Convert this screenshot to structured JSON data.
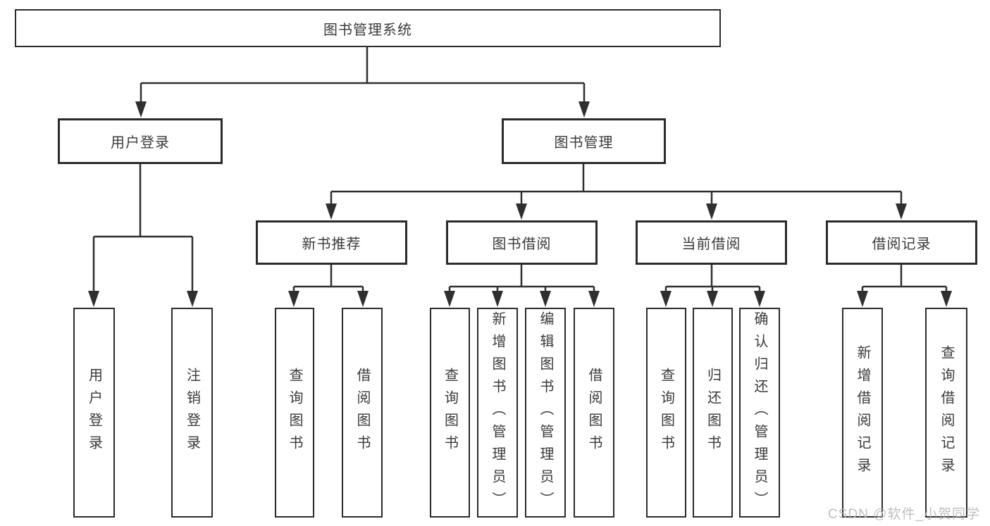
{
  "diagram": {
    "title": "图书管理系统",
    "root": {
      "label": "图书管理系统"
    },
    "level2": [
      {
        "id": "user-login",
        "label": "用户登录"
      },
      {
        "id": "book-management",
        "label": "图书管理"
      }
    ],
    "level3": [
      {
        "id": "new-book-recommend",
        "parent": "book-management",
        "label": "新书推荐"
      },
      {
        "id": "book-borrow",
        "parent": "book-management",
        "label": "图书借阅"
      },
      {
        "id": "current-borrow",
        "parent": "book-management",
        "label": "当前借阅"
      },
      {
        "id": "borrow-records",
        "parent": "book-management",
        "label": "借阅记录"
      }
    ],
    "leaves": [
      {
        "group": "user-login",
        "label": "用户登录"
      },
      {
        "group": "user-login",
        "label": "注销登录"
      },
      {
        "group": "new-book-recommend",
        "label": "查询图书"
      },
      {
        "group": "new-book-recommend",
        "label": "借阅图书"
      },
      {
        "group": "book-borrow",
        "label": "查询图书"
      },
      {
        "group": "book-borrow",
        "label": "新增图书（管理员）"
      },
      {
        "group": "book-borrow",
        "label": "编辑图书（管理员）"
      },
      {
        "group": "book-borrow",
        "label": "借阅图书"
      },
      {
        "group": "current-borrow",
        "label": "查询图书"
      },
      {
        "group": "current-borrow",
        "label": "归还图书"
      },
      {
        "group": "current-borrow",
        "label": "确认归还（管理员）"
      },
      {
        "group": "borrow-records",
        "label": "新增借阅记录"
      },
      {
        "group": "borrow-records",
        "label": "查询借阅记录"
      }
    ],
    "line_color": "#2f2f2f"
  },
  "watermark": {
    "text": "CSDN @软件_小贺同学",
    "color": "#b9b9b9"
  }
}
